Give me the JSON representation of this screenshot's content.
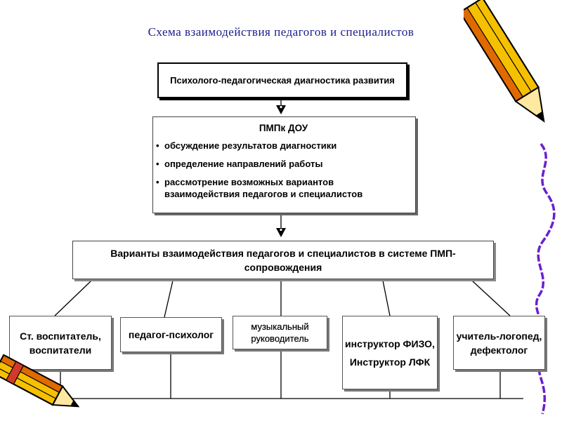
{
  "title": "Схема взаимодействия педагогов и специалистов",
  "diagnostics": {
    "text": "Психолого-педагогическая диагностика развития"
  },
  "pmpk": {
    "heading": "ПМПк ДОУ",
    "items": [
      "обсуждение результатов диагностики",
      "определение направлений работы",
      "рассмотрение возможных вариантов взаимодействия педагогов  и специалистов"
    ]
  },
  "variants": {
    "text": "Варианты взаимодействия педагогов и специалистов в системе ПМП-сопровождения"
  },
  "specialists": [
    {
      "text": "Ст. воспитатель, воспитатели"
    },
    {
      "text": "педагог-психолог"
    },
    {
      "text": "музыкальный руководитель"
    },
    {
      "line1": "инструктор ФИЗО,",
      "line2": "Инструктор ЛФК"
    },
    {
      "text": "учитель-логопед, дефектолог"
    }
  ],
  "colors": {
    "title": "#1a1a8c",
    "pencil_yellow": "#f5c000",
    "pencil_orange": "#e06a00",
    "wavy_line": "#6a1fd0"
  }
}
